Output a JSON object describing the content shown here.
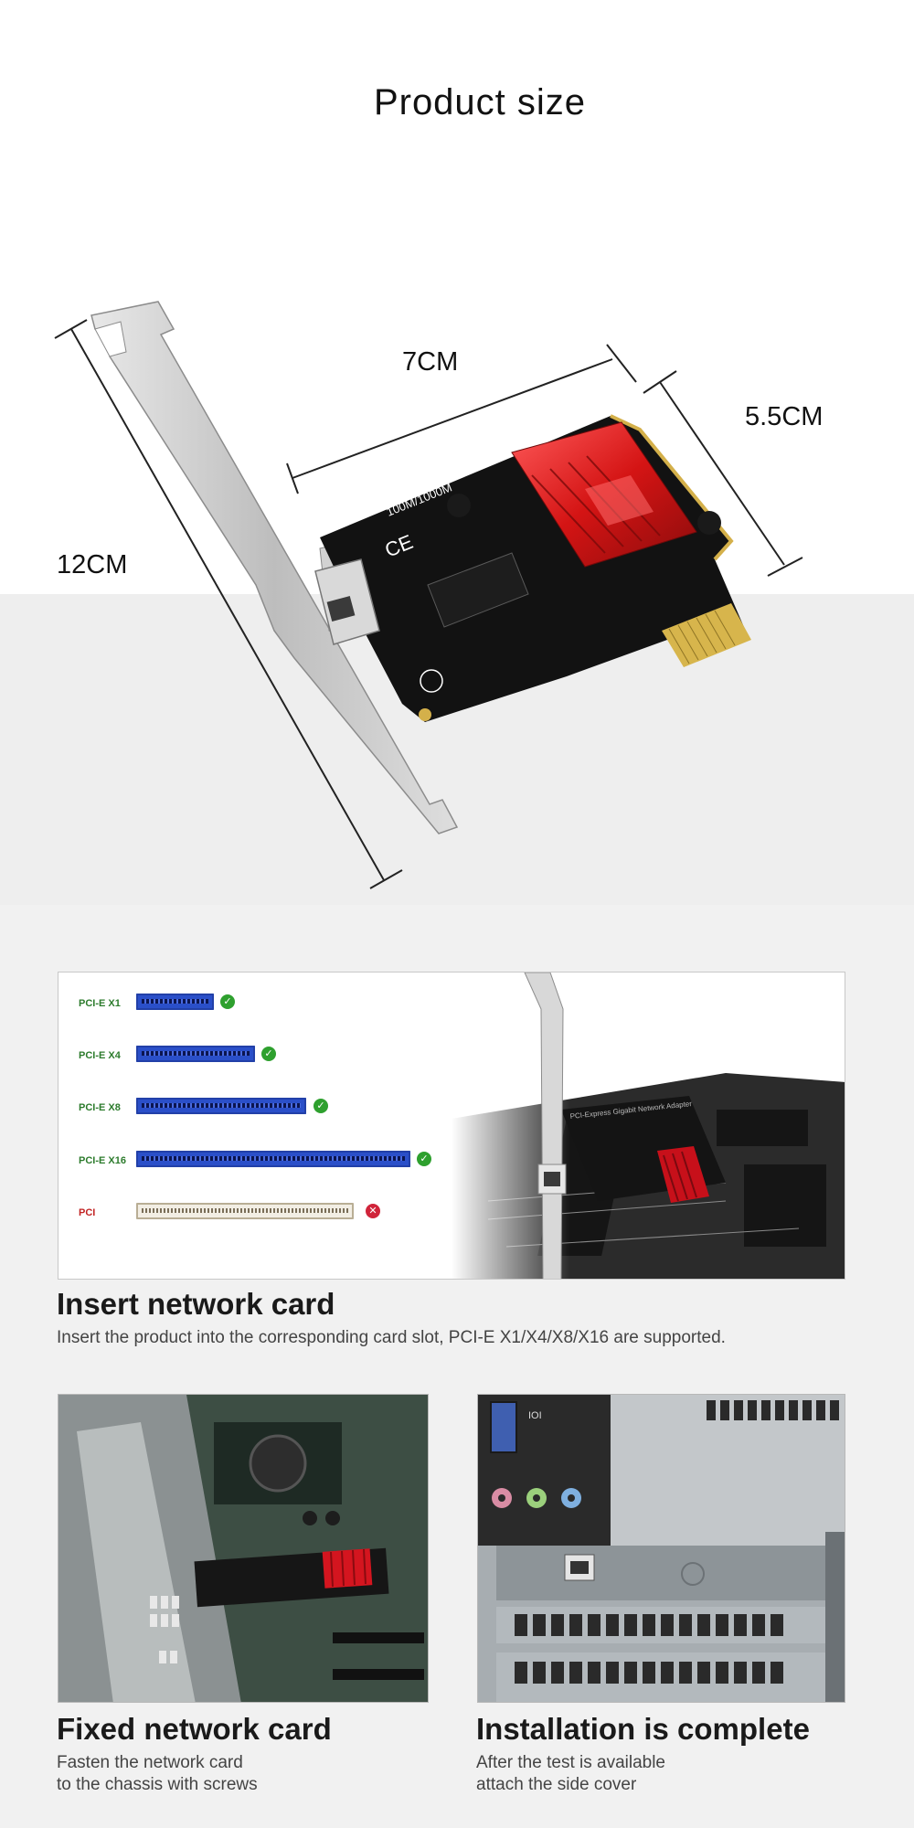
{
  "size_section": {
    "title": "Product  size",
    "width_label": "7CM",
    "height_label": "5.5CM",
    "length_label": "12CM",
    "board_print": "100M/1000M",
    "colors": {
      "pcb": "#111111",
      "heatsink": "#d01818",
      "gold": "#d4b04a",
      "bracket": "#c9c9c9"
    }
  },
  "slots_section": {
    "slots": [
      {
        "label": "PCI-E X1",
        "supported": true
      },
      {
        "label": "PCI-E X4",
        "supported": true
      },
      {
        "label": "PCI-E X8",
        "supported": true
      },
      {
        "label": "PCI-E X16",
        "supported": true
      },
      {
        "label": "PCI",
        "supported": false
      }
    ],
    "check_icon": "check-circle-icon",
    "cross_icon": "x-circle-icon",
    "board_label": "PCI-Express Gigabit Network Adapter",
    "title": "Insert network card",
    "description": "Insert the product into the corresponding card slot, PCI-E X1/X4/X8/X16 are supported."
  },
  "steps": [
    {
      "title": "Fixed network card",
      "line1": "Fasten the network card",
      "line2": "to the chassis with screws"
    },
    {
      "title": "Installation is complete",
      "line1": "After the test is available",
      "line2": "attach the side cover"
    }
  ],
  "photo_text": {
    "io_label": "IOI"
  }
}
